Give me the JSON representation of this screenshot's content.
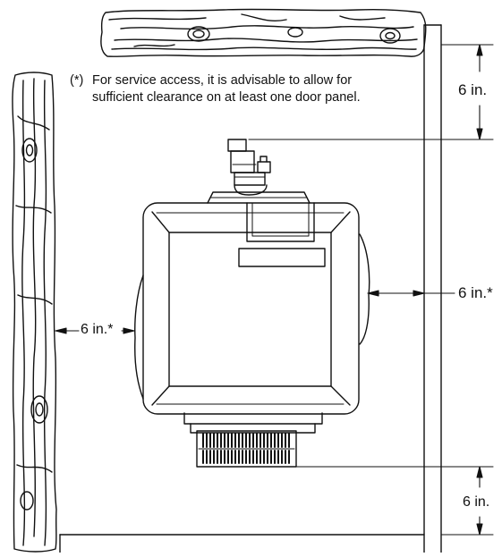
{
  "note": {
    "marker": "(*)",
    "line1": "For service access, it is advisable to allow for",
    "line2": "sufficient clearance on at least one door panel."
  },
  "dimensions": {
    "top": "6 in.",
    "right": "6 in.*",
    "left": "6 in.*",
    "bottom": "6 in."
  },
  "colors": {
    "line": "#111111",
    "background": "#ffffff"
  }
}
